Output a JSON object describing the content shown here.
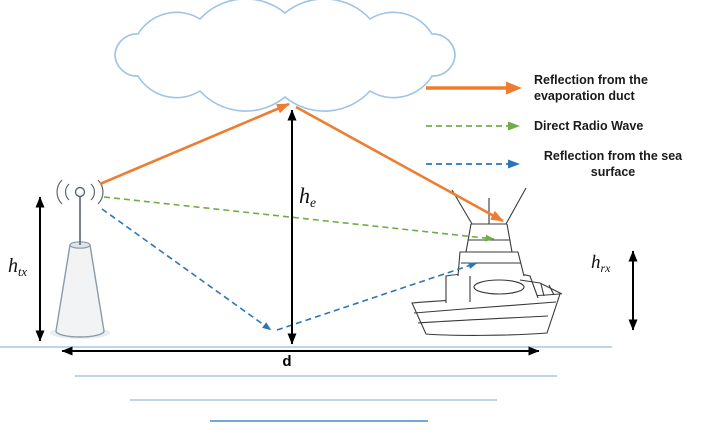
{
  "colors": {
    "orange": "#ED7D31",
    "green": "#70AD47",
    "blue": "#2E75B6",
    "sea": "#A9C7E4",
    "sea2": "#5B9BD5",
    "cloud": "#9DC3E6",
    "ink": "#000000",
    "boat": "#3a3a3a"
  },
  "labels": {
    "h_tx": {
      "base": "h",
      "sub": "tx"
    },
    "h_e": {
      "base": "h",
      "sub": "e"
    },
    "h_rx": {
      "base": "h",
      "sub": "rx"
    },
    "distance": "d"
  },
  "legend": {
    "items": [
      {
        "label": "Reflection from the evaporation duct",
        "style": "solid",
        "color": "#ED7D31"
      },
      {
        "label": "Direct Radio Wave",
        "style": "dashed",
        "color": "#70AD47"
      },
      {
        "label": "Reflection from the sea surface",
        "style": "dashed",
        "color": "#2E75B6"
      }
    ]
  }
}
